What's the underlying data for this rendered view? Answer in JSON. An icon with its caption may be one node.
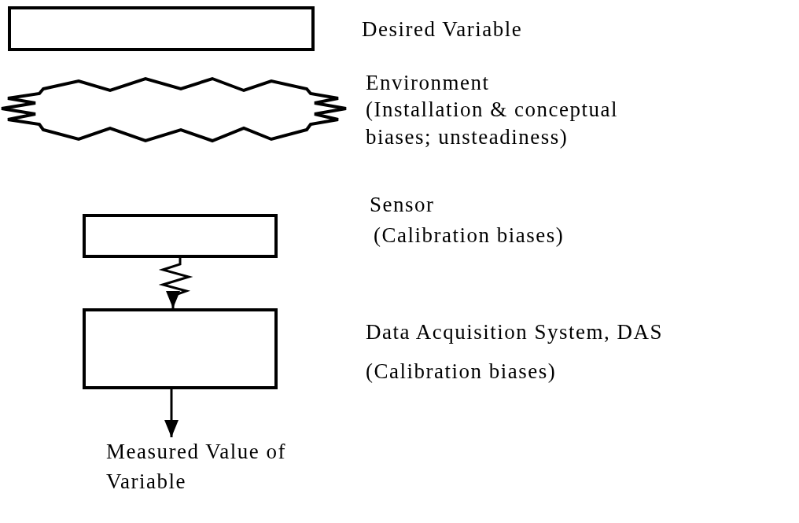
{
  "diagram": {
    "nodes": [
      {
        "text": [],
        "shape": "box",
        "beside": [
          "Desired Variable"
        ]
      },
      {
        "text": [],
        "shape": "burst",
        "beside": [
          "Environment",
          "(Installation & conceptual biases; unsteadiness)"
        ]
      },
      {
        "text": [],
        "shape": "box",
        "beside": [
          "Sensor",
          "(Calibration biases)"
        ]
      },
      {
        "text": [],
        "shape": "box",
        "beside": [
          "Data Acquisition System, DAS",
          "(Calibration biases)"
        ]
      },
      {
        "text": [
          "Measured Value of Variable"
        ]
      }
    ],
    "edges": [
      {
        "from": 2,
        "to": 3,
        "arrow": "to"
      },
      {
        "from": 3,
        "to": 4,
        "arrow": "to"
      }
    ]
  }
}
